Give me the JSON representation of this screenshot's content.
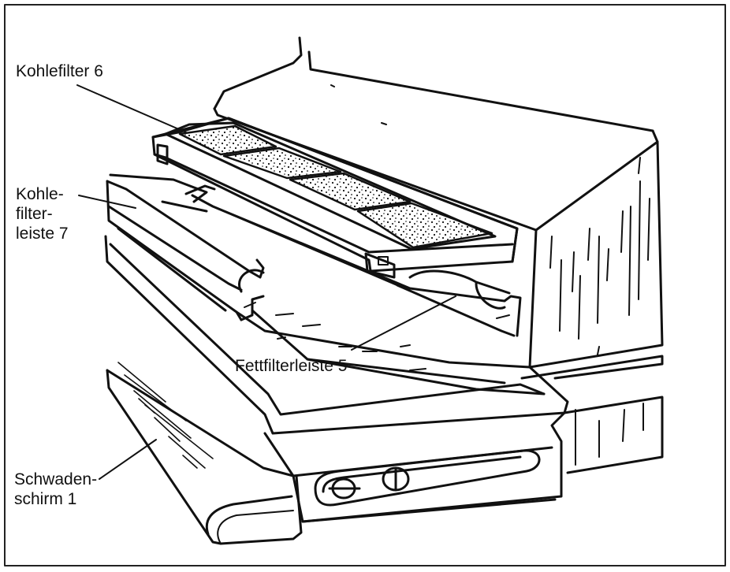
{
  "labels": {
    "kohlefilter": "Kohlefilter 6",
    "kohlefilterleiste": [
      "Kohle-",
      "filter-",
      "leiste 7"
    ],
    "fettfilterleiste": "Fettfilterleiste 5",
    "schwadenschirm": [
      "Schwaden-",
      "schirm 1"
    ]
  },
  "colors": {
    "ink": "#111111",
    "paper": "#ffffff",
    "frame": "#222222"
  }
}
